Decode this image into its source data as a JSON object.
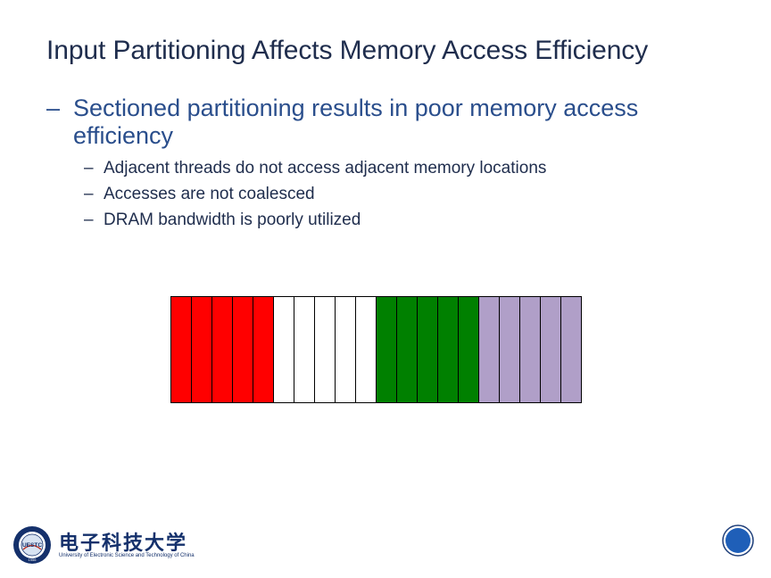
{
  "slide": {
    "title": "Input Partitioning Affects Memory Access Efficiency",
    "bullet": {
      "dash": "–",
      "text": "Sectioned partitioning results in poor memory access efficiency"
    },
    "subbullets": [
      {
        "dash": "–",
        "text": "Adjacent threads do not access adjacent memory locations"
      },
      {
        "dash": "–",
        "text": "Accesses are not coalesced"
      },
      {
        "dash": "–",
        "text": "DRAM bandwidth is poorly utilized"
      }
    ]
  },
  "memory_diagram": {
    "sections": [
      {
        "color": "#ff0000",
        "count": 5
      },
      {
        "color": "#ffffff",
        "count": 5
      },
      {
        "color": "#008000",
        "count": 5
      },
      {
        "color": "#b09fc8",
        "count": 5
      }
    ]
  },
  "logo": {
    "chinese_name": "电子科技大学",
    "english_name": "University of Electronic Science and Technology of China",
    "emblem_text": "UESTC",
    "emblem_year": "1956"
  },
  "colors": {
    "title": "#1f2d4d",
    "bullet": "#2a4e8c",
    "brand_blue": "#14306b",
    "nav_blue": "#1f5fb8"
  },
  "icons": {
    "university_emblem": "uestc-emblem-icon",
    "nav_button": "circle-nav-icon"
  }
}
